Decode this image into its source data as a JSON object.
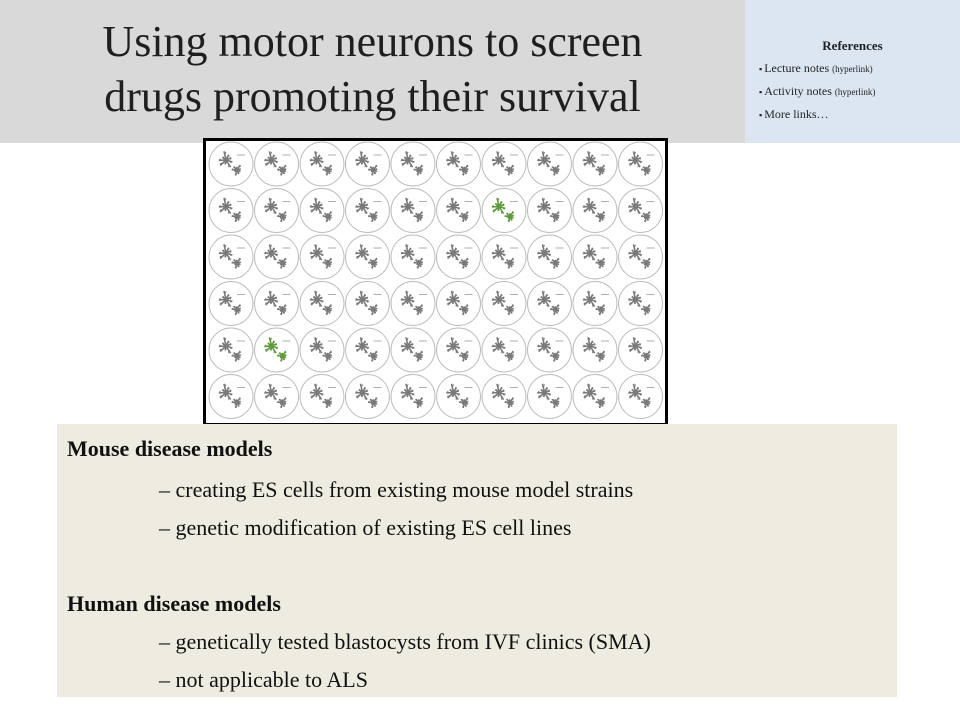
{
  "title": {
    "line1": "Using motor neurons to screen",
    "line2": "drugs promoting their survival"
  },
  "references": {
    "heading": "References",
    "bullet": "▪",
    "items": [
      {
        "label": "Lecture notes ",
        "note": "(hyperlink)"
      },
      {
        "label": "Activity notes ",
        "note": "(hyperlink)"
      },
      {
        "label": "More links…",
        "note": ""
      }
    ]
  },
  "plate": {
    "rows": 6,
    "cols": 10,
    "normal_color": "#7a7a7a",
    "highlight_color": "#5f9b3a",
    "highlighted_wells": [
      [
        1,
        6
      ],
      [
        4,
        1
      ]
    ]
  },
  "text_box": {
    "section1_heading": "Mouse disease models",
    "section1_lines": [
      "– creating ES cells from existing mouse model strains",
      "– genetic modification of existing ES cell lines"
    ],
    "section2_heading": "Human disease models",
    "section2_lines": [
      "– genetically tested blastocysts from IVF clinics (SMA)",
      "– not applicable to ALS"
    ]
  }
}
